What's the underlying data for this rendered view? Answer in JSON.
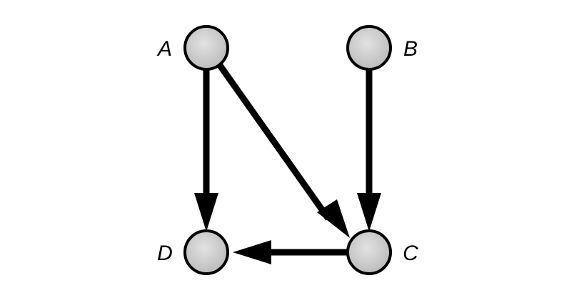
{
  "colors": {
    "background": "#ffffff",
    "node_fill": "#c8c8c8",
    "node_stroke": "#000000",
    "edge": "#000000",
    "label": "#000000"
  },
  "nodes": [
    {
      "id": "A",
      "label": "A"
    },
    {
      "id": "B",
      "label": "B"
    },
    {
      "id": "C",
      "label": "C"
    },
    {
      "id": "D",
      "label": "D"
    }
  ],
  "edges": [
    {
      "from": "A",
      "to": "D"
    },
    {
      "from": "A",
      "to": "C"
    },
    {
      "from": "B",
      "to": "C"
    },
    {
      "from": "C",
      "to": "D"
    }
  ]
}
